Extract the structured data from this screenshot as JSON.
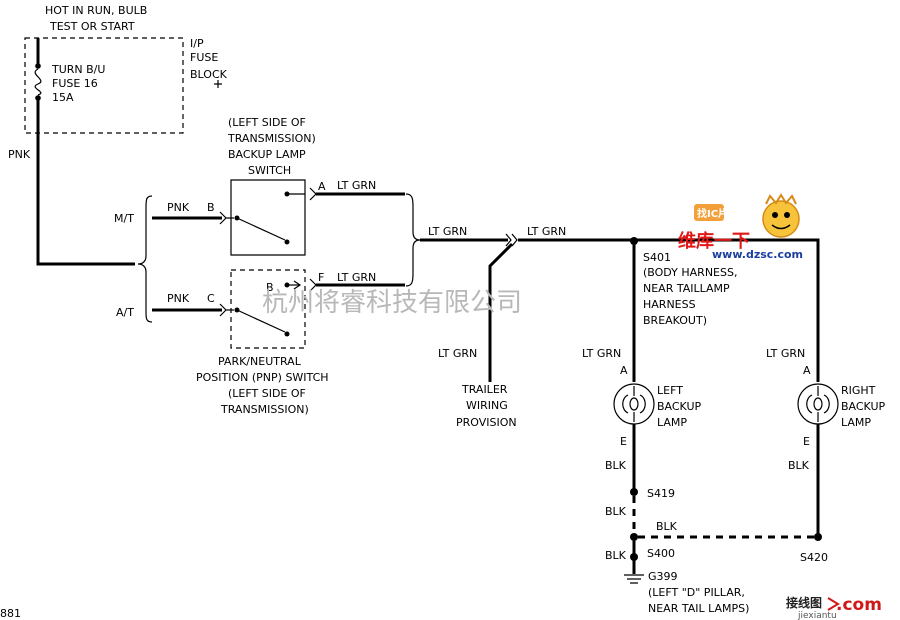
{
  "labels": {
    "power_line1": "HOT IN RUN, BULB",
    "power_line2": "TEST OR START",
    "fuse_name": "TURN B/U",
    "fuse_num": "FUSE 16",
    "fuse_amp": "15A",
    "ip1": "I/P",
    "ip2": "FUSE",
    "ip3": "BLOCK",
    "pnk_main": "PNK",
    "mt": "M/T",
    "at": "A/T",
    "pnk_mt": "PNK",
    "pnk_at": "PNK",
    "pin_b": "B",
    "pin_c": "C",
    "pin_a_sw": "A",
    "pin_f": "F",
    "pin_b_pnp": "B",
    "ltgrn_a": "LT GRN",
    "ltgrn_f": "LT GRN",
    "bus_ltgrn1": "LT GRN",
    "bus_ltgrn2": "LT GRN",
    "trailer_ltgrn": "LT GRN",
    "blsw1": "(LEFT SIDE OF",
    "blsw2": "TRANSMISSION)",
    "blsw3": "BACKUP LAMP",
    "blsw4": "SWITCH",
    "pnp1": "PARK/NEUTRAL",
    "pnp2": "POSITION (PNP) SWITCH",
    "pnp3": "(LEFT SIDE OF",
    "pnp4": "TRANSMISSION)",
    "tr1": "TRAILER",
    "tr2": "WIRING",
    "tr3": "PROVISION",
    "s401_1": "S401",
    "s401_2": "(BODY HARNESS,",
    "s401_3": "NEAR TAILLAMP",
    "s401_4": "HARNESS",
    "s401_5": "BREAKOUT)",
    "left_ltgrn": "LT GRN",
    "right_ltgrn": "LT GRN",
    "left_a": "A",
    "right_a": "A",
    "left_lamp1": "LEFT",
    "left_lamp2": "BACKUP",
    "left_lamp3": "LAMP",
    "right_lamp1": "RIGHT",
    "right_lamp2": "BACKUP",
    "right_lamp3": "LAMP",
    "left_e": "E",
    "right_e": "E",
    "left_blk": "BLK",
    "right_blk": "BLK",
    "s419": "S419",
    "blk_419": "BLK",
    "blk_mid": "BLK",
    "blk_400": "BLK",
    "s400": "S400",
    "s420": "S420",
    "g399_1": "G399",
    "g399_2": "(LEFT \"D\" PILLAR,",
    "g399_3": "NEAR TAIL LAMPS)",
    "fig_num": "881"
  },
  "watermarks": {
    "company": "杭州将睿科技有限公司",
    "site_logo": "维库一下",
    "site_url": "www.dzsc.com",
    "site_badge": "找IC片",
    "bottom_logo": "接线图",
    "bottom_com": ".com",
    "bottom_url": "jiexiantu"
  }
}
